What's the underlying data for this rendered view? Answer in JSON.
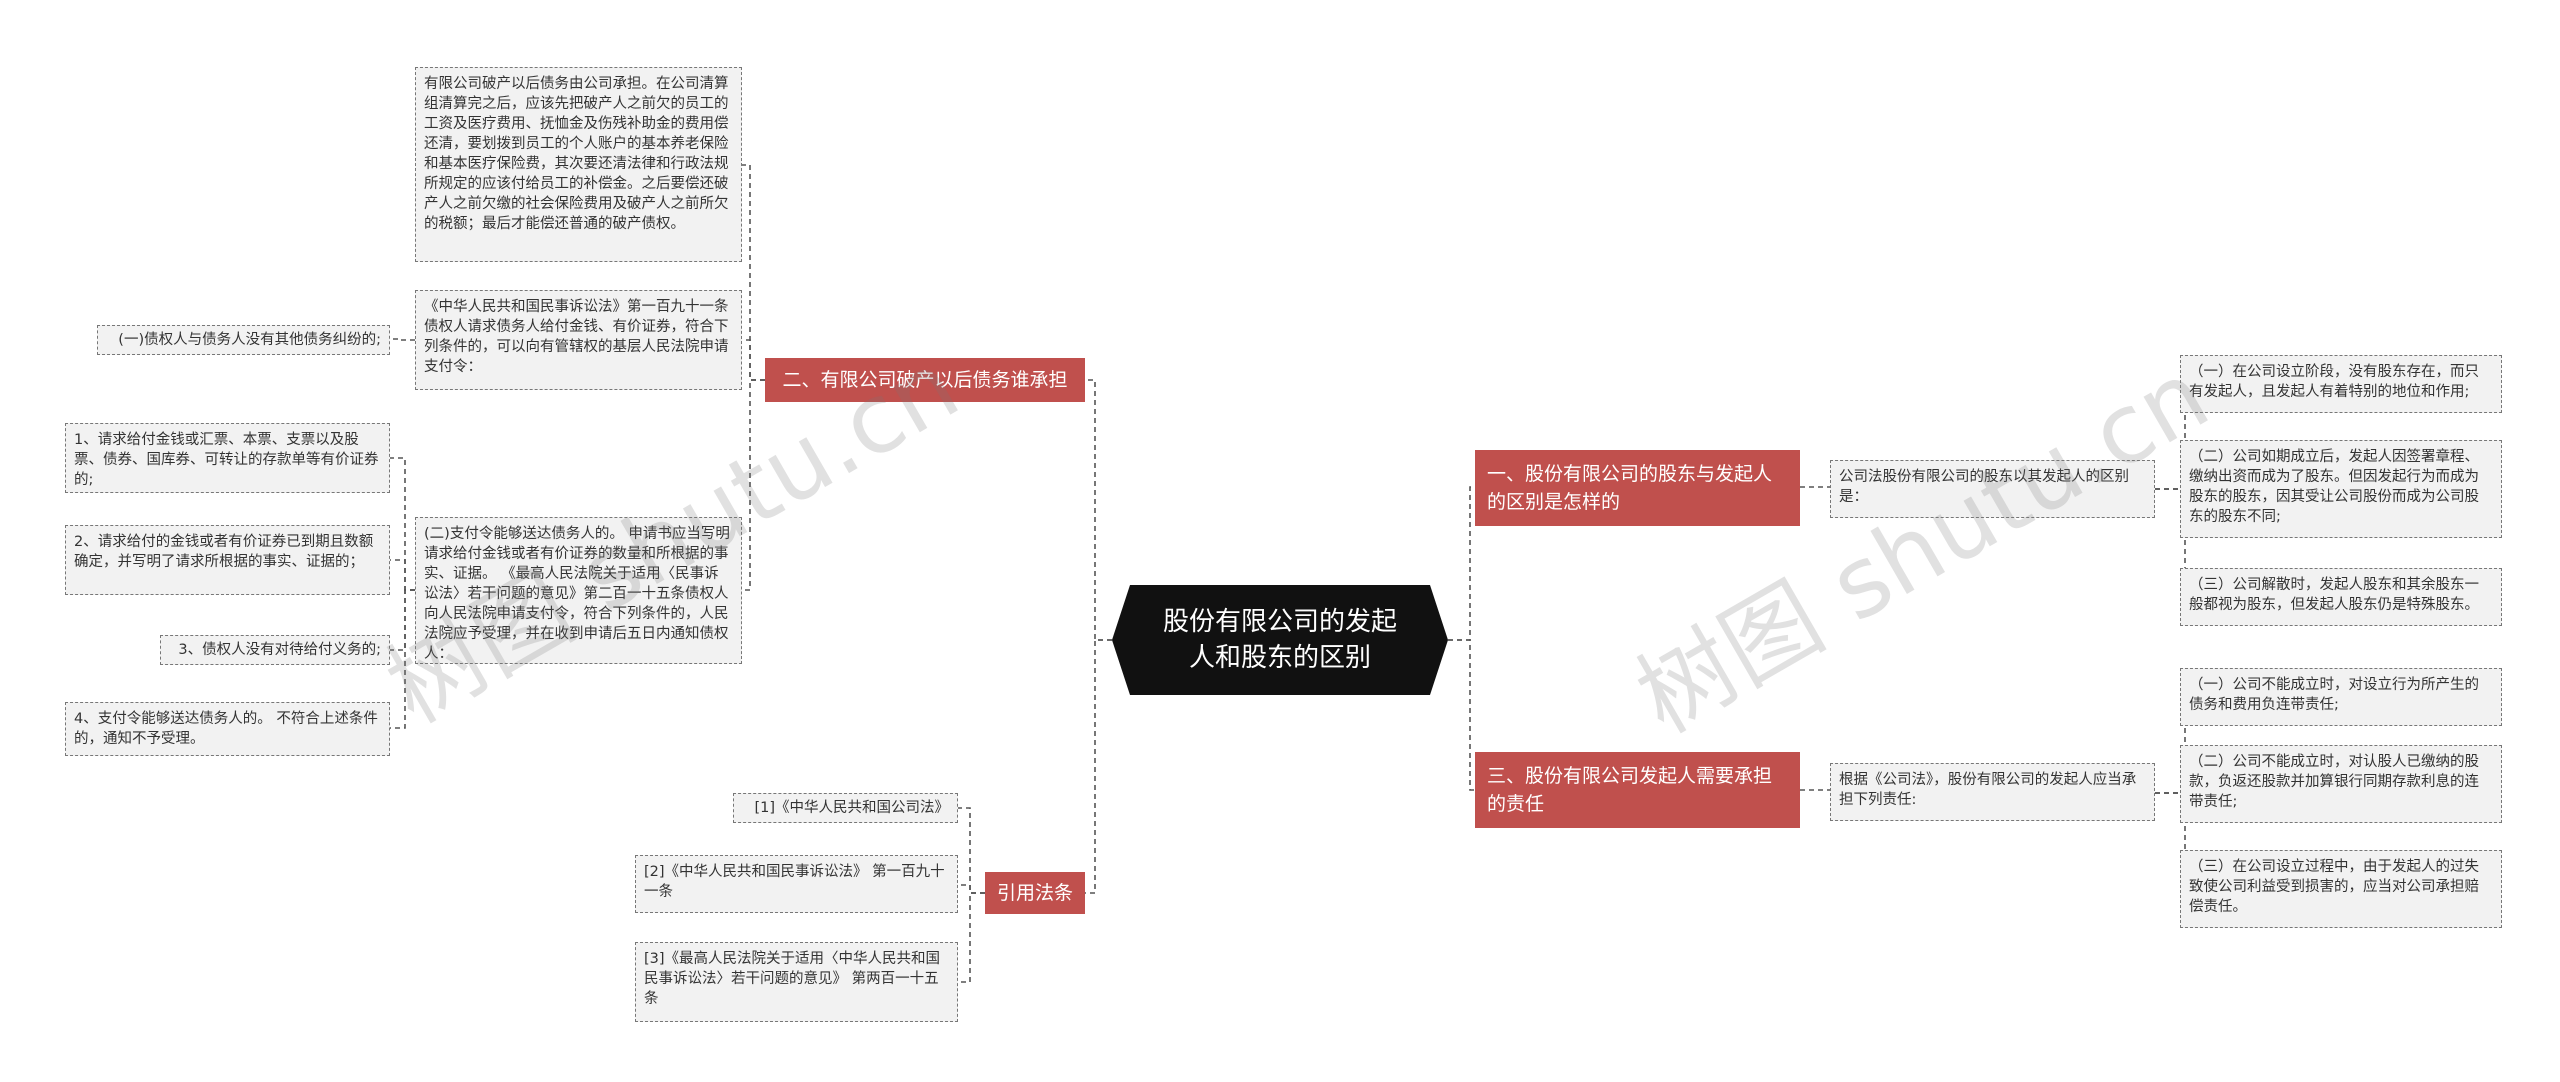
{
  "root": {
    "title": "股份有限公司的发起人和股东的区别"
  },
  "branches": {
    "b1": {
      "label": "一、股份有限公司的股东与发起人的区别是怎样的"
    },
    "b2": {
      "label": "二、有限公司破产以后债务谁承担"
    },
    "b3": {
      "label": "三、股份有限公司发起人需要承担的责任"
    },
    "b4": {
      "label": "引用法条"
    }
  },
  "leaves": {
    "b1_intro": "公司法股份有限公司的股东以其发起人的区别是：",
    "b1_c1": "（一）在公司设立阶段，没有股东存在，而只有发起人，且发起人有着特别的地位和作用;",
    "b1_c2": "（二）公司如期成立后，发起人因签署章程、缴纳出资而成为了股东。但因发起行为而成为股东的股东，因其受让公司股份而成为公司股东的股东不同;",
    "b1_c3": "（三）公司解散时，发起人股东和其余股东一般都视为股东，但发起人股东仍是特殊股东。",
    "b2_p1": "有限公司破产以后债务由公司承担。在公司清算组清算完之后，应该先把破产人之前欠的员工的工资及医疗费用、抚恤金及伤残补助金的费用偿还清，要划拨到员工的个人账户的基本养老保险和基本医疗保险费，其次要还清法律和行政法规所规定的应该付给员工的补偿金。之后要偿还破产人之前欠缴的社会保险费用及破产人之前所欠的税额；最后才能偿还普通的破产债权。",
    "b2_p2": "《中华人民共和国民事诉讼法》第一百九十一条债权人请求债务人给付金钱、有价证券，符合下列条件的，可以向有管辖权的基层人民法院申请支付令：",
    "b2_p3": "(二)支付令能够送达债务人的。 申请书应当写明请求给付金钱或者有价证券的数量和所根据的事实、证据。 《最高人民法院关于适用〈民事诉讼法〉若干问题的意见》第二百一十五条债权人向人民法院申请支付令，符合下列条件的，人民法院应予受理，并在收到申请后五日内通知债权人：",
    "b2_p2_c1": "(一)债权人与债务人没有其他债务纠纷的;",
    "b2_p3_c1": "1、请求给付金钱或汇票、本票、支票以及股票、债券、国库券、可转让的存款单等有价证券的;",
    "b2_p3_c2": "2、请求给付的金钱或者有价证券已到期且数额确定，并写明了请求所根据的事实、证据的；",
    "b2_p3_c3": "3、债权人没有对待给付义务的;",
    "b2_p3_c4": "4、支付令能够送达债务人的。 不符合上述条件的，通知不予受理。",
    "b3_intro": "根据《公司法》，股份有限公司的发起人应当承担下列责任:",
    "b3_c1": "（一）公司不能成立时，对设立行为所产生的债务和费用负连带责任;",
    "b3_c2": "（二）公司不能成立时，对认股人已缴纳的股款，负返还股款并加算银行同期存款利息的连带责任;",
    "b3_c3": "（三）在公司设立过程中，由于发起人的过失致使公司利益受到损害的，应当对公司承担赔偿责任。",
    "b4_c1": "[1]《中华人民共和国公司法》",
    "b4_c2": "[2]《中华人民共和国民事诉讼法》 第一百九十一条",
    "b4_c3": "[3]《最高人民法院关于适用〈中华人民共和国民事诉讼法〉若干问题的意见》 第两百一十五条"
  },
  "watermarks": [
    "树图 shutu.cn",
    "树图 shutu.cn"
  ],
  "colors": {
    "root_bg": "#111111",
    "branch_bg": "#c0504d",
    "leaf_bg": "#f2f2f2",
    "line": "#555555"
  }
}
